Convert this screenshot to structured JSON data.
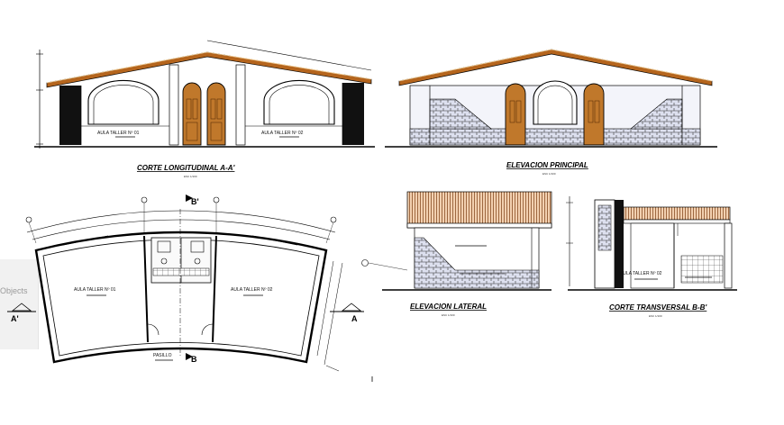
{
  "drawings": {
    "corte_longitudinal": {
      "title": "CORTE LONGITUDINAL A-A'",
      "subtitle": "ESC 1/100",
      "rooms": [
        "AULA TALLER Nº 01",
        "AULA TALLER Nº 02"
      ]
    },
    "elevacion_principal": {
      "title": "ELEVACION PRINCIPAL",
      "subtitle": "ESC 1/100"
    },
    "plan": {
      "rooms": [
        "AULA TALLER Nº 01",
        "AULA TALLER Nº 02"
      ],
      "corridor": "PASILLO",
      "cut_a_left": "A'",
      "cut_a_right": "A",
      "cut_b_top": "B'",
      "cut_b_bottom": "B"
    },
    "elevacion_lateral": {
      "title": "ELEVACION LATERAL",
      "subtitle": "ESC 1/100"
    },
    "corte_transversal": {
      "title": "CORTE TRANSVERSAL B-B'",
      "subtitle": "ESC 1/100",
      "room": "AULA TALLER Nº 02"
    }
  },
  "overlay": {
    "panel_text": "Objects"
  },
  "colors": {
    "roof": "#b5651d",
    "door": "#c0782b",
    "door_dark": "#8a4d14",
    "stone": "#cfd3e8",
    "wall_shade": "#f3f4fa",
    "linework": "#000000"
  }
}
